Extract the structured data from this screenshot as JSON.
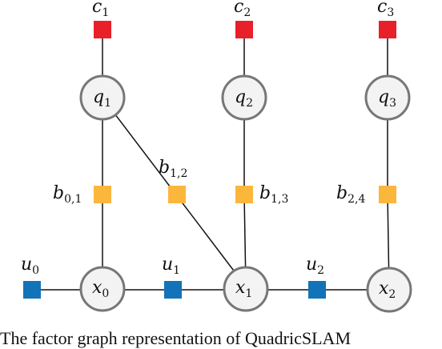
{
  "colors": {
    "camera_factor": "#e8202a",
    "bbox_factor": "#fbb63c",
    "odometry_factor": "#1373b8",
    "var_fill": "#f3f3f3",
    "var_stroke": "#777777"
  },
  "graph": {
    "quadrics": [
      {
        "id": "q1",
        "base": "q",
        "sub": "1"
      },
      {
        "id": "q2",
        "base": "q",
        "sub": "2"
      },
      {
        "id": "q3",
        "base": "q",
        "sub": "3"
      }
    ],
    "poses": [
      {
        "id": "x0",
        "base": "x",
        "sub": "0"
      },
      {
        "id": "x1",
        "base": "x",
        "sub": "1"
      },
      {
        "id": "x2",
        "base": "x",
        "sub": "2"
      }
    ],
    "camera_priors": [
      {
        "id": "c1",
        "base": "c",
        "sub": "1"
      },
      {
        "id": "c2",
        "base": "c",
        "sub": "2"
      },
      {
        "id": "c3",
        "base": "c",
        "sub": "3"
      }
    ],
    "bbox_factors": [
      {
        "id": "b01",
        "base": "b",
        "sub": "0,1"
      },
      {
        "id": "b12",
        "base": "b",
        "sub": "1,2"
      },
      {
        "id": "b13",
        "base": "b",
        "sub": "1,3"
      },
      {
        "id": "b24",
        "base": "b",
        "sub": "2,4"
      }
    ],
    "odometry_factors": [
      {
        "id": "u0",
        "base": "u",
        "sub": "0"
      },
      {
        "id": "u1",
        "base": "u",
        "sub": "1"
      },
      {
        "id": "u2",
        "base": "u",
        "sub": "2"
      }
    ]
  },
  "caption": "The factor graph representation of QuadricSLAM"
}
